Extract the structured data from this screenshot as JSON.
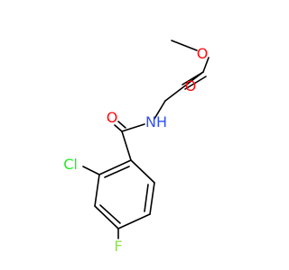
{
  "molecule": {
    "atoms": [
      {
        "id": "a1",
        "element": "O",
        "label": "O",
        "color": "#ff0d0d"
      },
      {
        "id": "a2",
        "element": "O",
        "label": "O",
        "color": "#ff0d0d"
      },
      {
        "id": "a3",
        "element": "N",
        "label": "NH",
        "color": "#3050f8"
      },
      {
        "id": "a4",
        "element": "O",
        "label": "O",
        "color": "#ff0d0d"
      },
      {
        "id": "a5",
        "element": "Cl",
        "label": "Cl",
        "color": "#1ff01f"
      },
      {
        "id": "a6",
        "element": "F",
        "label": "F",
        "color": "#90e050"
      }
    ]
  }
}
